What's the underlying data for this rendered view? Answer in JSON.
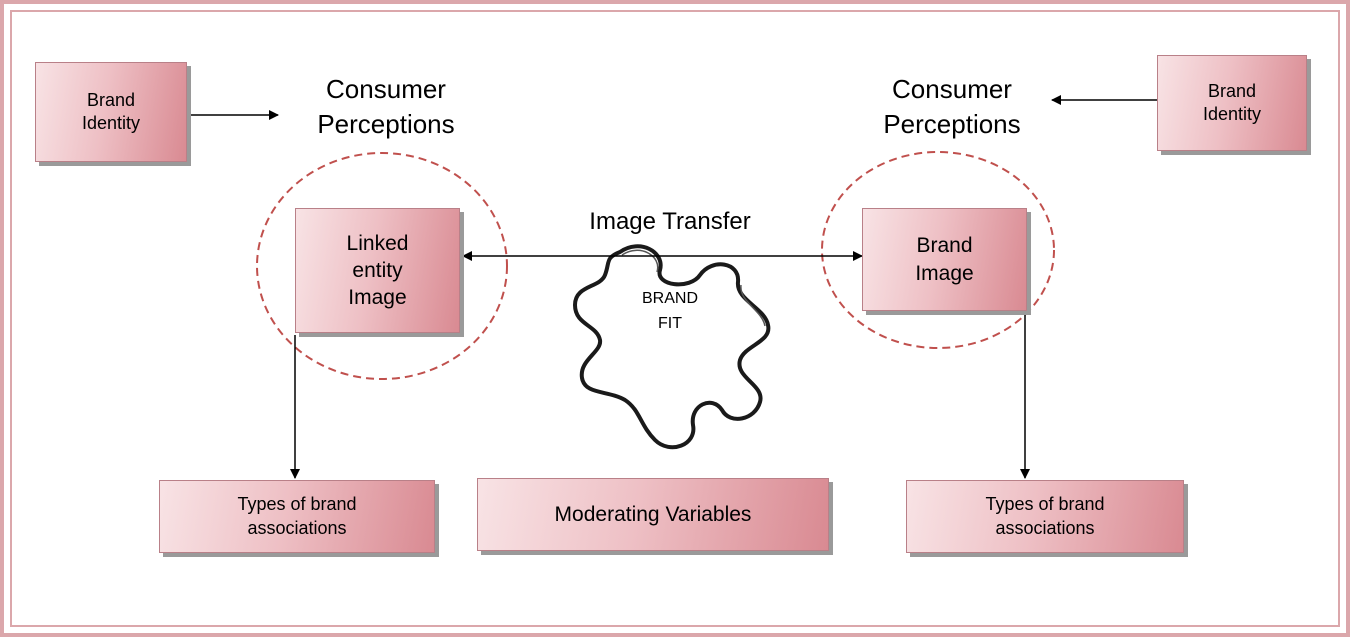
{
  "diagram": {
    "left": {
      "brand_identity": "Brand\nIdentity",
      "consumer_perceptions": "Consumer\nPerceptions",
      "linked_entity_image": "Linked\nentity\nImage",
      "associations": "Types of brand\nassociations"
    },
    "right": {
      "brand_identity": "Brand\nIdentity",
      "consumer_perceptions": "Consumer\nPerceptions",
      "brand_image": "Brand\nImage",
      "associations": "Types of brand\nassociations"
    },
    "center": {
      "image_transfer": "Image Transfer",
      "brand_fit": "BRAND\nFIT",
      "moderating_variables": "Moderating Variables"
    }
  },
  "colors": {
    "frame": "#dba7ab",
    "circle_dash": "#c0504d",
    "box_light": "#f8e3e5",
    "box_dark": "#d98a92"
  },
  "icons": [
    "puzzle-piece-icon"
  ]
}
